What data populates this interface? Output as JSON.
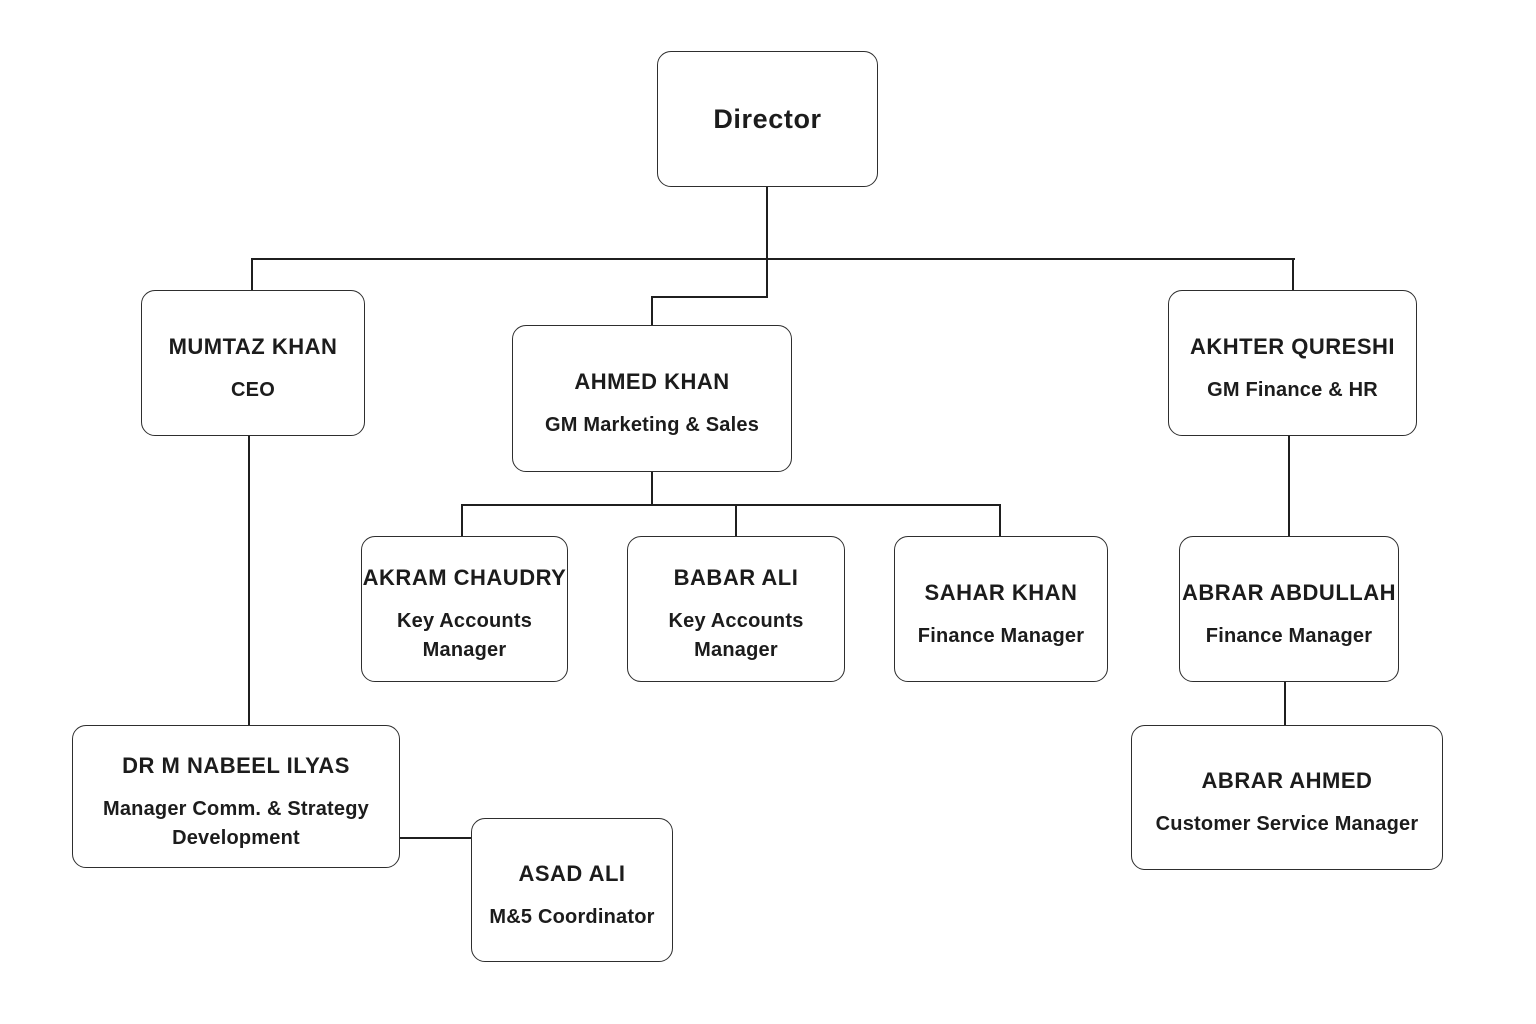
{
  "diagram": {
    "type": "org-chart",
    "colors": {
      "background": "#ffffff",
      "box_border": "#2e2e2e",
      "text": "#1c1c1c",
      "connector": "#1f1f1f"
    },
    "nodes": {
      "director": {
        "name": "Director",
        "role": ""
      },
      "ceo": {
        "name": "MUMTAZ KHAN",
        "role": "CEO"
      },
      "gm_marketing": {
        "name": "AHMED KHAN",
        "role": "GM Marketing & Sales"
      },
      "gm_finance_hr": {
        "name": "AKHTER QURESHI",
        "role": "GM Finance & HR"
      },
      "key_accounts_1": {
        "name": "AKRAM CHAUDRY",
        "role": "Key Accounts Manager"
      },
      "key_accounts_2": {
        "name": "BABAR ALI",
        "role": "Key Accounts Manager"
      },
      "finance_mgr_1": {
        "name": "SAHAR KHAN",
        "role": "Finance Manager"
      },
      "finance_mgr_2": {
        "name": "ABRAR ABDULLAH",
        "role": "Finance Manager"
      },
      "strategy_mgr": {
        "name": "DR M NABEEL ILYAS",
        "role": "Manager Comm. & Strategy Development"
      },
      "coordinator": {
        "name": "ASAD ALI",
        "role": "M&5 Coordinator"
      },
      "cs_mgr": {
        "name": "ABRAR AHMED",
        "role": "Customer Service Manager"
      }
    },
    "edges": [
      {
        "from": "Director",
        "to": "MUMTAZ KHAN"
      },
      {
        "from": "Director",
        "to": "AHMED KHAN"
      },
      {
        "from": "Director",
        "to": "AKHTER QURESHI"
      },
      {
        "from": "AHMED KHAN",
        "to": "AKRAM CHAUDRY"
      },
      {
        "from": "AHMED KHAN",
        "to": "BABAR ALI"
      },
      {
        "from": "AHMED KHAN",
        "to": "SAHAR KHAN"
      },
      {
        "from": "AKHTER QURESHI",
        "to": "ABRAR ABDULLAH"
      },
      {
        "from": "ABRAR ABDULLAH",
        "to": "ABRAR AHMED"
      },
      {
        "from": "MUMTAZ KHAN",
        "to": "DR M NABEEL ILYAS"
      },
      {
        "from": "DR M NABEEL ILYAS",
        "to": "ASAD ALI"
      }
    ]
  }
}
